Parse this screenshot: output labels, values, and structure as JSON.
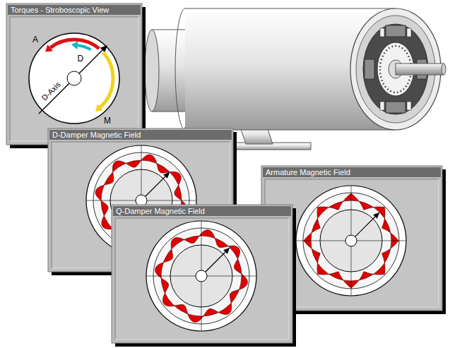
{
  "diagram": {
    "nodes": [
      {
        "text": [
          "Torques - Stroboscopic View"
        ]
      },
      {
        "text": [
          "D-Damper Magnetic Field"
        ]
      },
      {
        "text": [
          "Armature Magnetic Field"
        ]
      },
      {
        "text": [
          "Q-Damper Magnetic Field"
        ]
      }
    ],
    "labels": [
      "A",
      "D",
      "M",
      "D-Axis"
    ]
  }
}
